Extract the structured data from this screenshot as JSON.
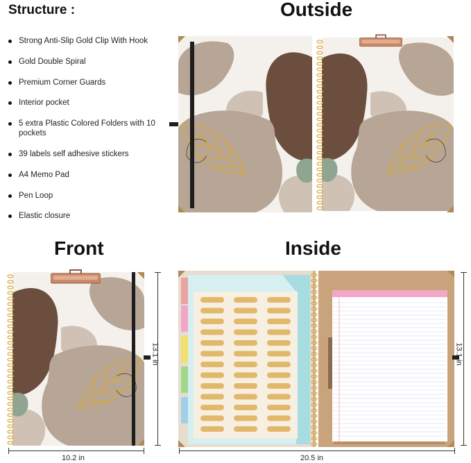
{
  "headings": {
    "structure": "Structure :",
    "outside": "Outside",
    "front": "Front",
    "inside": "Inside"
  },
  "features": [
    "Strong Anti-Slip Gold Clip With Hook",
    "Gold Double Spiral",
    "Premium Corner Guards",
    "Interior pocket",
    "5 extra Plastic Colored Folders with 10 pockets",
    "39 labels self adhesive stickers",
    "A4 Memo Pad",
    "Pen Loop",
    "Elastic closure"
  ],
  "dimensions": {
    "front_width": "10.2 in",
    "front_height": "13.1 in",
    "inside_width": "20.5 in",
    "inside_height": "13.1 in"
  },
  "colors": {
    "dark_brown": "#6b4e3d",
    "taupe": "#b7a595",
    "light_taupe": "#cfc2b4",
    "sage": "#8fa592",
    "gold": "#d9a93a",
    "rose_gold": "#c98a6a",
    "kraft": "#c9a37c",
    "aqua_folder": "#a7dde0",
    "pink_pad": "#f3a6c8"
  }
}
